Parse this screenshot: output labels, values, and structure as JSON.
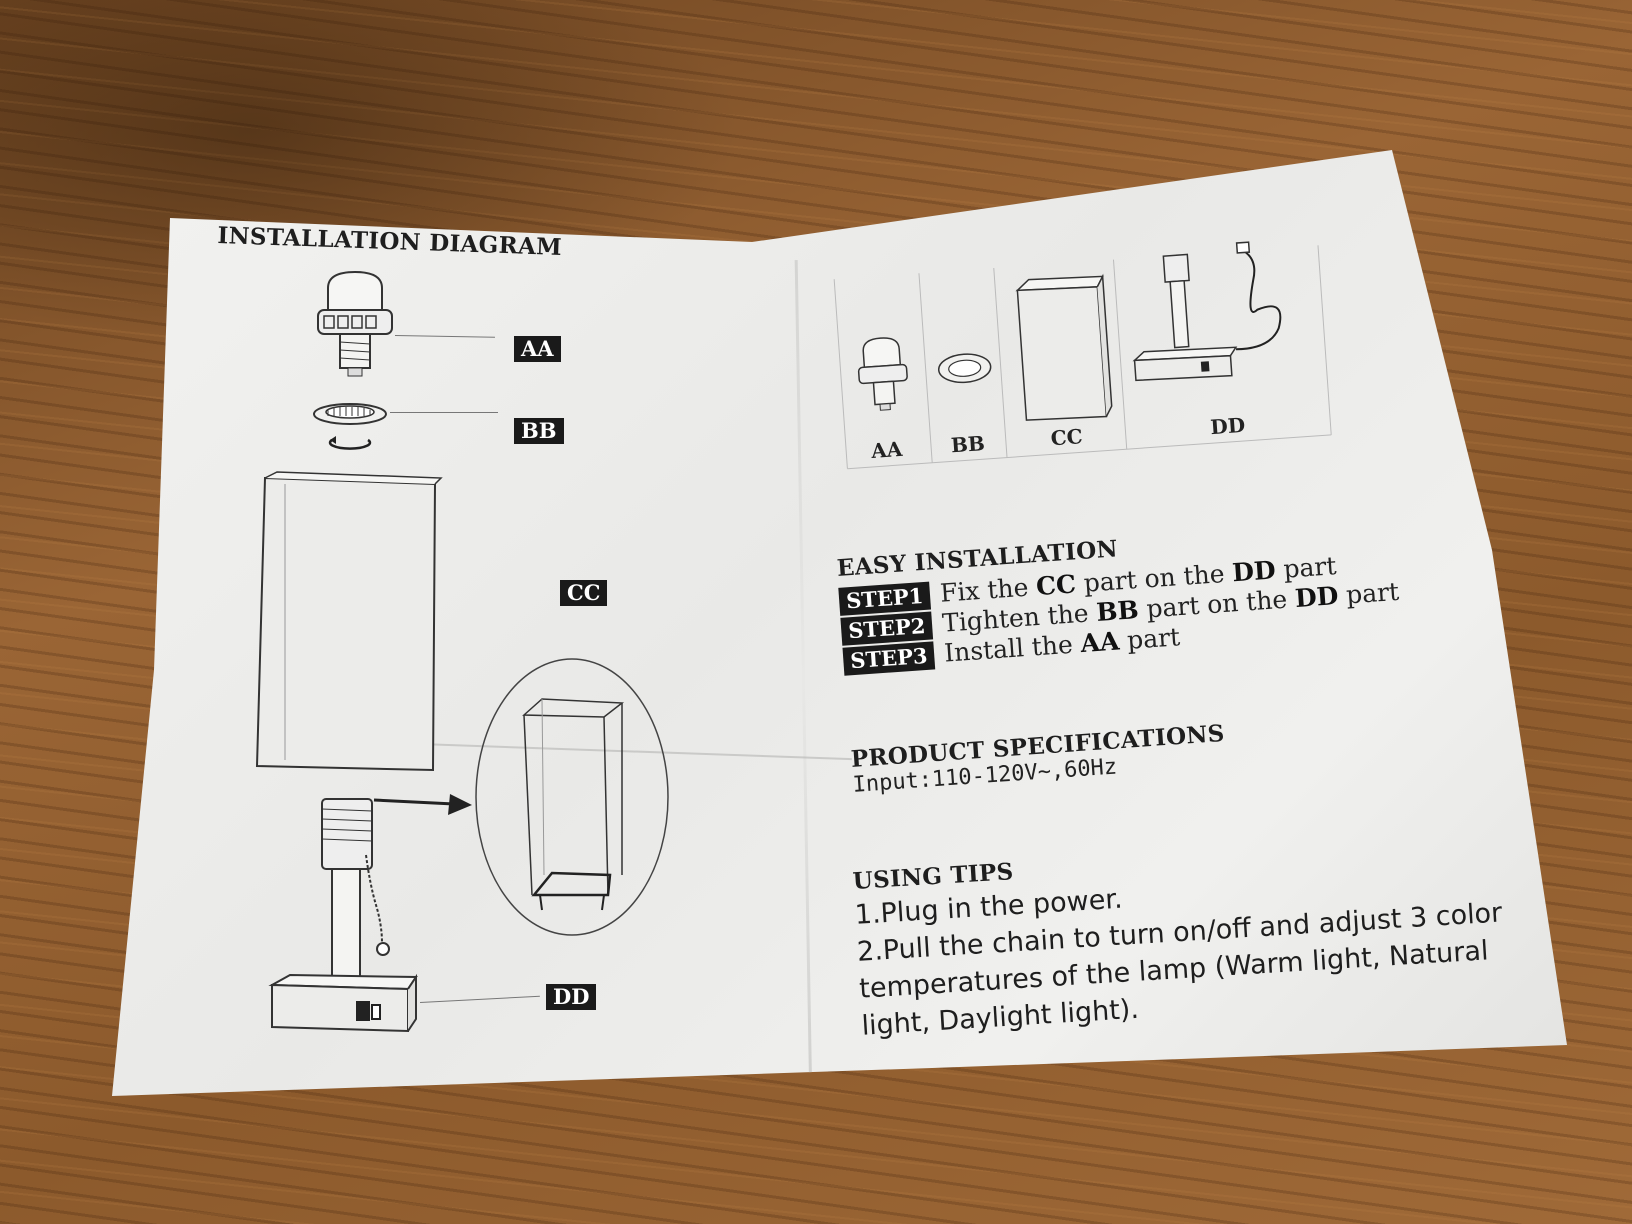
{
  "left_panel": {
    "title": "INSTALLATION DIAGRAM",
    "labels": {
      "aa": "AA",
      "bb": "BB",
      "cc": "CC",
      "dd": "DD"
    }
  },
  "parts_table": {
    "cells": [
      "AA",
      "BB",
      "CC",
      "DD"
    ]
  },
  "easy_installation": {
    "title": "EASY INSTALLATION",
    "steps": [
      {
        "badge": "STEP1",
        "pre": "Fix the ",
        "b1": "CC",
        "mid": " part on the ",
        "b2": "DD",
        "post": " part"
      },
      {
        "badge": "STEP2",
        "pre": "Tighten the ",
        "b1": "BB",
        "mid": " part on the ",
        "b2": "DD",
        "post": " part"
      },
      {
        "badge": "STEP3",
        "pre": "Install the ",
        "b1": "AA",
        "mid": " part",
        "b2": "",
        "post": ""
      }
    ]
  },
  "product_specifications": {
    "title": "PRODUCT SPECIFICATIONS",
    "input": "Input:110-120V~,60Hz"
  },
  "using_tips": {
    "title": "USING TIPS",
    "lines": [
      "1.Plug in the power.",
      "2.Pull the chain to turn on/off and adjust 3 color",
      "temperatures of the lamp (Warm light, Natural",
      "light, Daylight light)."
    ]
  }
}
